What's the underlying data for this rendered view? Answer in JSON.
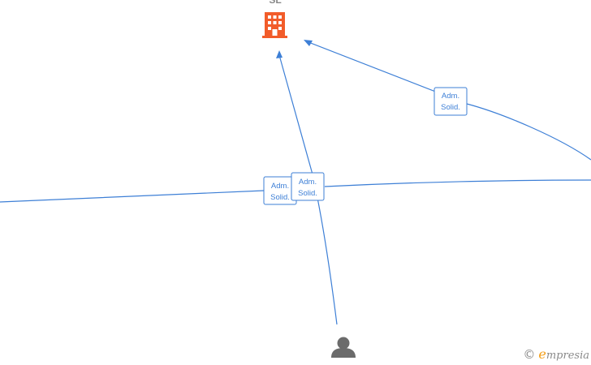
{
  "company_node": {
    "label": "SL",
    "icon": "building-icon",
    "color": "#f25c2a"
  },
  "person_node": {
    "icon": "person-icon",
    "color": "#6b6b6b"
  },
  "edges": [
    {
      "label_line1": "Adm.",
      "label_line2": "Solid."
    },
    {
      "label_line1": "Adm.",
      "label_line2": "Solid."
    },
    {
      "label_line1": "Adm.",
      "label_line2": "Solid."
    }
  ],
  "watermark": {
    "symbol": "©",
    "brand_initial": "e",
    "brand_rest": "mpresia"
  },
  "edge_color": "#3d7fd6"
}
